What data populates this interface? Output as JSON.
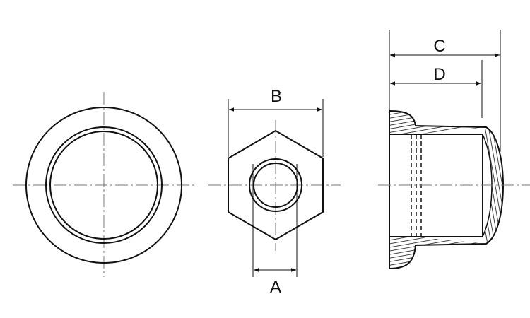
{
  "dimensions": {
    "a_label": "A",
    "b_label": "B",
    "c_label": "C",
    "d_label": "D"
  },
  "colors": {
    "line": "#111111",
    "centerline": "#777777"
  }
}
